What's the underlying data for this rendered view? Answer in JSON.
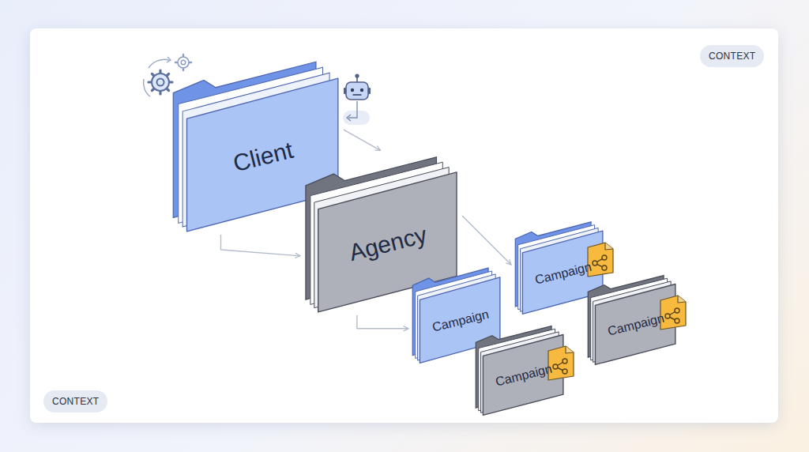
{
  "diagram": {
    "nodes": [
      {
        "text": [
          "Client"
        ]
      },
      {
        "text": [
          "Agency"
        ]
      },
      {
        "text": [
          "Campaign"
        ]
      },
      {
        "text": [
          "Campaign"
        ]
      },
      {
        "text": [
          "Campaign"
        ]
      },
      {
        "text": [
          "Campaign"
        ]
      }
    ],
    "edges": [
      {
        "from": 0,
        "to": 1,
        "arrow": "to"
      },
      {
        "from": 0,
        "to": 1,
        "arrow": "to"
      },
      {
        "from": 1,
        "to": 2,
        "arrow": "to"
      },
      {
        "from": 1,
        "to": 4,
        "arrow": "to"
      }
    ],
    "labels": [
      "CONTEXT",
      "CONTEXT"
    ]
  }
}
